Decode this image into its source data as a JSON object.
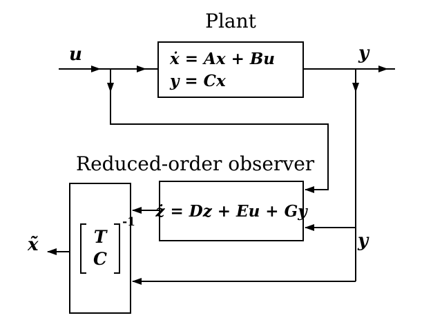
{
  "plant": {
    "title": "Plant",
    "eq_line1": "ẋ = Ax + Bu",
    "eq_line2": "y = Cx"
  },
  "observer": {
    "title": "Reduced-order observer",
    "eq": "ż = Dz + Eu + Gy"
  },
  "inverse": {
    "matrix_top": "T",
    "matrix_bottom": "C",
    "exponent": "-1"
  },
  "signals": {
    "input": "u",
    "output": "y",
    "feedback": "y",
    "estimate": "x̃"
  },
  "colors": {
    "line": "#000000",
    "background": "#ffffff"
  }
}
